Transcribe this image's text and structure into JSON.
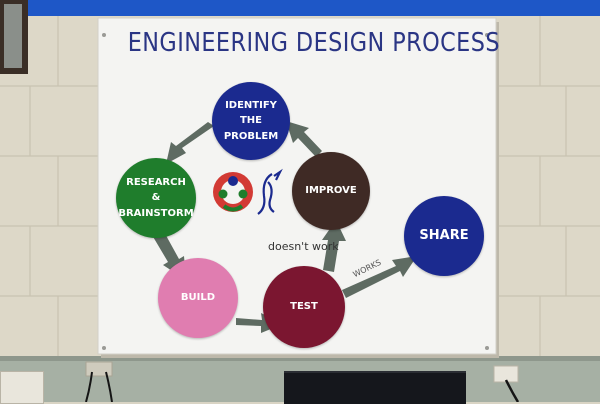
{
  "poster": {
    "title": "ENGINEERING DESIGN PROCESS",
    "steps": [
      {
        "id": "identify",
        "label": "IDENTIFY\nTHE\nPROBLEM",
        "color": "#1b2a8f"
      },
      {
        "id": "research",
        "label": "RESEARCH\n&\nBRAINSTORM",
        "color": "#1f7d2c"
      },
      {
        "id": "build",
        "label": "BUILD",
        "color": "#e07db0"
      },
      {
        "id": "test",
        "label": "TEST",
        "color": "#7b1630"
      },
      {
        "id": "improve",
        "label": "IMPROVE",
        "color": "#3f2a25"
      },
      {
        "id": "share",
        "label": "SHARE",
        "color": "#1b2a8f"
      }
    ],
    "labels": {
      "doesnt_work": "doesn't work",
      "works": "WORKS"
    },
    "arrow_color": "#5e6b62"
  },
  "scene": {
    "wall_color": "#ddd8c8",
    "poster_color": "#f4f4f2",
    "ceiling_color": "#1e57c7"
  }
}
